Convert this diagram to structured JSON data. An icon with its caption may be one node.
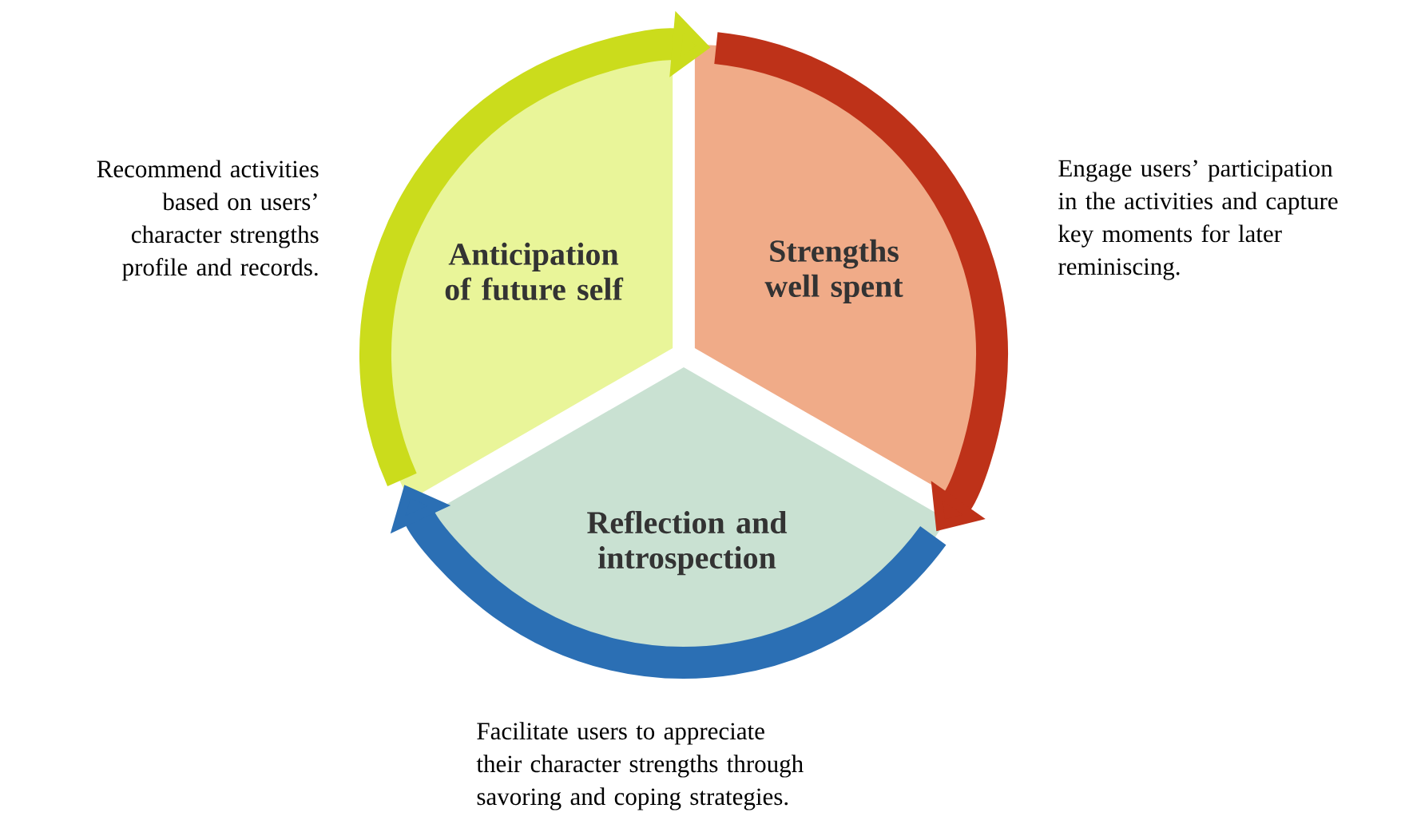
{
  "diagram": {
    "nodes": [
      {
        "text": [
          "Anticipation of future self"
        ],
        "beside": [
          "Recommend activities based on users’ character strengths profile and records."
        ]
      },
      {
        "text": [
          "Strengths well spent"
        ],
        "beside": [
          "Engage users’ participation in the activities and capture key moments for later reminiscing."
        ]
      },
      {
        "text": [
          "Reflection and introspection"
        ],
        "beside": [
          "Facilitate users to appreciate their character strengths through savoring and coping strategies."
        ]
      }
    ],
    "edges": [
      {
        "from": 0,
        "to": 1,
        "arrow": "to",
        "color": "#cbdc1c"
      },
      {
        "from": 1,
        "to": 2,
        "arrow": "to",
        "color": "#be3219"
      },
      {
        "from": 2,
        "to": 0,
        "arrow": "to",
        "color": "#2b6fb4"
      }
    ]
  }
}
